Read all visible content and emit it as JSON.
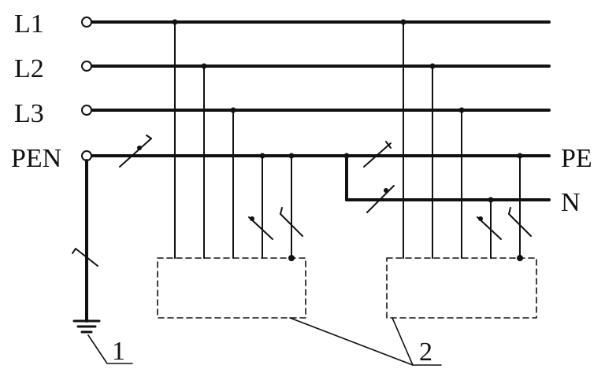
{
  "conductors": {
    "l1": "L1",
    "l2": "L2",
    "l3": "L3",
    "pen": "PEN",
    "pe": "PE",
    "n": "N"
  },
  "callouts": {
    "grounding": "1",
    "loads": "2"
  },
  "colors": {
    "ink": "#111111",
    "background": "#ffffff"
  }
}
